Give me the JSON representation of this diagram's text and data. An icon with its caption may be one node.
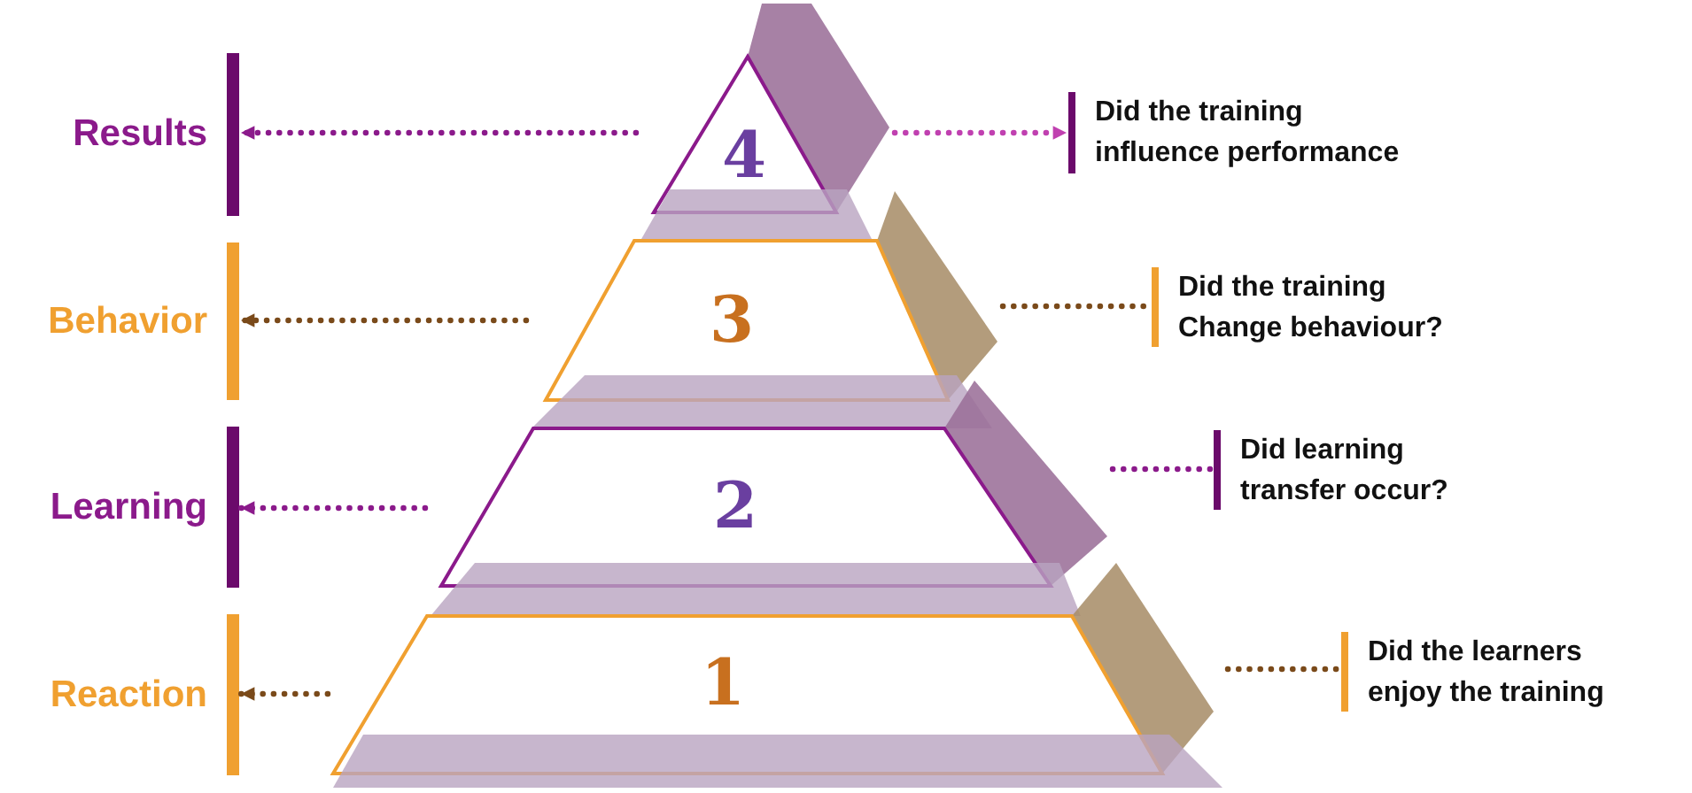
{
  "diagram": {
    "nodes": [
      {
        "text": [
          "Results"
        ]
      },
      {
        "text": [
          "4"
        ]
      },
      {
        "text": [
          "Did the training influence performance"
        ]
      },
      {
        "text": [
          "Behavior"
        ]
      },
      {
        "text": [
          "3"
        ]
      },
      {
        "text": [
          "Did the training Change behaviour?"
        ]
      },
      {
        "text": [
          "Learning"
        ]
      },
      {
        "text": [
          "2"
        ]
      },
      {
        "text": [
          "Did learning transfer occur?"
        ]
      },
      {
        "text": [
          "Reaction"
        ]
      },
      {
        "text": [
          "1"
        ]
      },
      {
        "text": [
          "Did the learners enjoy the training"
        ]
      }
    ],
    "edges": [
      {
        "from": 1,
        "to": 0,
        "arrow": "to",
        "color": "#8b1a8b"
      },
      {
        "from": 1,
        "to": 2,
        "arrow": "to",
        "color": "#c040b0"
      },
      {
        "from": 4,
        "to": 3,
        "arrow": "to",
        "color": "#7a4a1a"
      },
      {
        "from": 4,
        "to": 5,
        "arrow": "none",
        "color": "#7a4a1a"
      },
      {
        "from": 7,
        "to": 6,
        "arrow": "to",
        "color": "#8b1a8b"
      },
      {
        "from": 7,
        "to": 8,
        "arrow": "none",
        "color": "#8b1a8b"
      },
      {
        "from": 10,
        "to": 9,
        "arrow": "to",
        "color": "#7a4a1a"
      },
      {
        "from": 10,
        "to": 11,
        "arrow": "none",
        "color": "#7a4a1a"
      }
    ]
  }
}
